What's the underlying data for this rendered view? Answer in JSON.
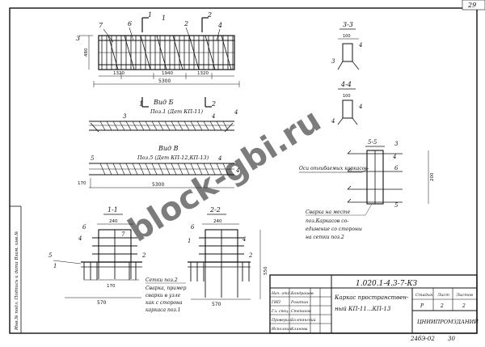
{
  "sheet": {
    "page_number": "29",
    "doc_code": "1.020.1-4.3-7-КЗ",
    "title_line1": "Каркас пространствен-",
    "title_line2": "ный КП-11...КП-13",
    "cipher": "24бЭ-02",
    "sheet_no": "30",
    "side_note": "Инв.№ подл.   Подпись и дата   Взам. инв.№"
  },
  "stamp": {
    "header_cells": [
      "Стадия",
      "Лист",
      "Листов"
    ],
    "value_cells": [
      "Р",
      "2",
      "2"
    ],
    "org": "ЦНИИПРОМЗДАНИЙ",
    "roles": [
      "Нач. отд.",
      "ГИП",
      "Гл. спец.",
      "Проверил",
      "Исполнил"
    ],
    "names": [
      "Кондрашов",
      "Рогатин",
      "Степанов",
      "Болтянский",
      "Клинова"
    ]
  },
  "watermark": "block-gbi.ru",
  "views": {
    "main": {
      "section_marks": [
        "1",
        "1",
        "2",
        "2"
      ],
      "callouts": [
        "7",
        "6",
        "1",
        "2",
        "4",
        "3"
      ],
      "dims": [
        "1320",
        "1940",
        "1320",
        "5300",
        "480"
      ]
    },
    "view_b": {
      "label": "Вид Б",
      "note": "Поз.1 (Дет КП-11)",
      "callouts": [
        "3",
        "4",
        "4"
      ]
    },
    "view_v": {
      "label": "Вид В",
      "note": "Поз.5 (Дет КП-12,КП-13)",
      "callouts": [
        "5",
        "4",
        "4"
      ],
      "dims": [
        "170",
        "5300"
      ]
    },
    "sec33": {
      "label": "3-3",
      "callouts": [
        "3",
        "4"
      ],
      "dims": [
        "100"
      ]
    },
    "sec44": {
      "label": "4-4",
      "callouts": [
        "4",
        "4"
      ],
      "dims": [
        "100"
      ]
    },
    "sec55": {
      "label": "5-5",
      "callouts": [
        "3",
        "4",
        "6",
        "5"
      ],
      "dims": [
        "200"
      ],
      "note": "Оси отгибаемых каркасов"
    },
    "sec11": {
      "label": "1-1",
      "callouts": [
        "6",
        "4",
        "5",
        "1",
        "2",
        "7"
      ],
      "dims": [
        "240",
        "170",
        "570"
      ]
    },
    "sec22": {
      "label": "2-2",
      "callouts": [
        "6",
        "1",
        "4",
        "2"
      ],
      "dims": [
        "240",
        "570",
        "550"
      ]
    },
    "note1": {
      "lines": [
        "Сетки поз.2",
        "Сварка, пример",
        "сварки в узле",
        "как с сторона",
        "каркаса поз.1"
      ]
    },
    "note2": {
      "lines": [
        "Сварка на месте",
        "поз.Каркасов со-",
        "единение со стороны",
        "на сетки поз.2"
      ]
    }
  }
}
